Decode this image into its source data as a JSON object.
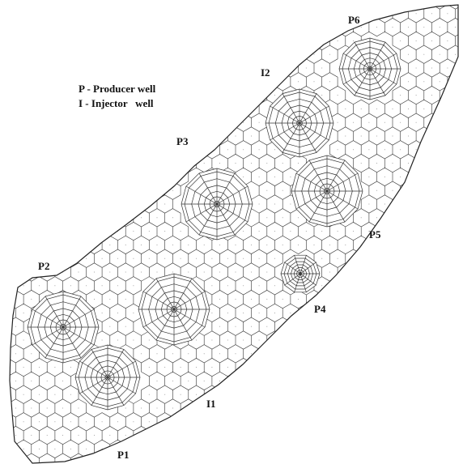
{
  "legend": {
    "producer": "P - Producer well",
    "injector": "I - Injector   well"
  },
  "wells": [
    {
      "id": "P1",
      "label": "P1"
    },
    {
      "id": "P2",
      "label": "P2"
    },
    {
      "id": "P3",
      "label": "P3"
    },
    {
      "id": "P4",
      "label": "P4"
    },
    {
      "id": "P5",
      "label": "P5"
    },
    {
      "id": "P6",
      "label": "P6"
    },
    {
      "id": "I1",
      "label": "I1"
    },
    {
      "id": "I2",
      "label": "I2"
    }
  ],
  "colors": {
    "mesh_line": "#333333",
    "boundary": "#222222",
    "background": "#ffffff",
    "text": "#111111"
  }
}
